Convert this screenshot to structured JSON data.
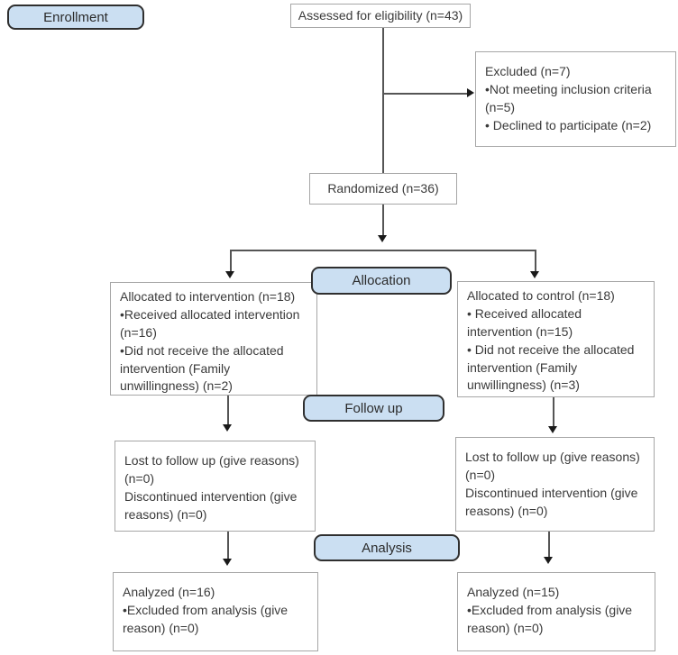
{
  "diagram": {
    "kind": "CONSORT participant flow diagram"
  },
  "stages": {
    "enrollment": "Enrollment",
    "allocation": "Allocation",
    "followup": "Follow up",
    "analysis": "Analysis"
  },
  "boxes": {
    "assessed": {
      "text": "Assessed for eligibility (n=43)"
    },
    "excluded": {
      "lines": [
        "Excluded (n=7)",
        "•Not meeting inclusion criteria (n=5)",
        "• Declined to participate (n=2)"
      ]
    },
    "randomized": {
      "text": "Randomized (n=36)"
    },
    "alloc_intervention": {
      "lines": [
        "Allocated to intervention (n=18)",
        "•Received allocated intervention (n=16)",
        "•Did not receive the allocated intervention (Family unwillingness) (n=2)"
      ]
    },
    "alloc_control": {
      "lines": [
        "Allocated to control (n=18)",
        "• Received allocated intervention (n=15)",
        "• Did not receive the allocated intervention (Family unwillingness) (n=3)"
      ]
    },
    "followup_intervention": {
      "lines": [
        "Lost to follow up (give reasons) (n=0)",
        "Discontinued intervention (give reasons) (n=0)"
      ]
    },
    "followup_control": {
      "lines": [
        "Lost to follow up (give reasons) (n=0)",
        "Discontinued intervention (give reasons) (n=0)"
      ]
    },
    "analyzed_intervention": {
      "lines": [
        "Analyzed (n=16)",
        "•Excluded from analysis (give reason) (n=0)"
      ]
    },
    "analyzed_control": {
      "lines": [
        "Analyzed (n=15)",
        "•Excluded from analysis (give reason) (n=0)"
      ]
    }
  },
  "colors": {
    "stage_fill": "#cbdff2",
    "stage_border": "#2f2f2f",
    "box_border": "#a6a6a6",
    "connector": "#555555",
    "text": "#3a3a3a"
  }
}
